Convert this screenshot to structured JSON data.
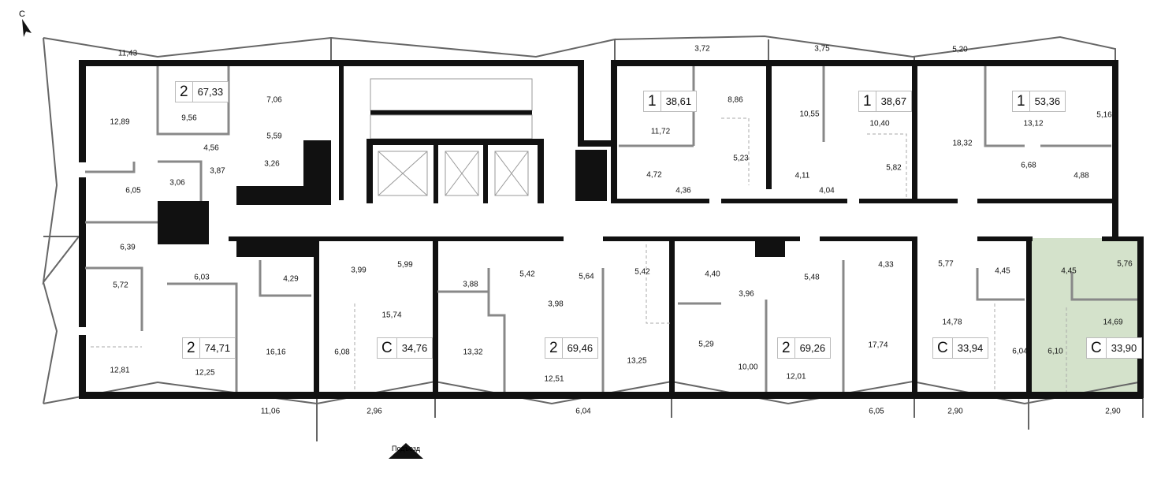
{
  "compass_label": "С",
  "entrance_label": "Подъезд",
  "colors": {
    "selected_fill": "#d4e2cb",
    "wall": "#111111",
    "partition": "#888888"
  },
  "room_areas": [
    "11,43",
    "12,89",
    "9,56",
    "7,06",
    "5,59",
    "4,56",
    "3,87",
    "3,26",
    "3,06",
    "6,05",
    "6,39",
    "5,72",
    "6,03",
    "4,29",
    "12,81",
    "12,25",
    "16,16",
    "11,06",
    "3,99",
    "5,99",
    "15,74",
    "6,08",
    "2,96",
    "3,88",
    "5,42",
    "3,98",
    "13,32",
    "12,51",
    "6,04",
    "5,64",
    "13,25",
    "5,42",
    "4,40",
    "3,96",
    "5,29",
    "10,00",
    "5,48",
    "12,01",
    "4,33",
    "17,74",
    "6,05",
    "5,77",
    "4,45",
    "14,78",
    "6,04",
    "2,90",
    "4,45",
    "5,76",
    "14,69",
    "6,10",
    "2,90",
    "3,72",
    "3,75",
    "5,20",
    "8,86",
    "11,72",
    "4,72",
    "4,36",
    "5,23",
    "10,55",
    "4,11",
    "4,04",
    "10,40",
    "5,82",
    "18,32",
    "13,12",
    "5,16",
    "6,68",
    "4,88"
  ],
  "apartments": [
    {
      "rooms": "2",
      "area": "67,33",
      "selected": false
    },
    {
      "rooms": "2",
      "area": "74,71",
      "selected": false
    },
    {
      "rooms": "С",
      "area": "34,76",
      "selected": false
    },
    {
      "rooms": "2",
      "area": "69,46",
      "selected": false
    },
    {
      "rooms": "2",
      "area": "69,26",
      "selected": false
    },
    {
      "rooms": "С",
      "area": "33,94",
      "selected": false
    },
    {
      "rooms": "С",
      "area": "33,90",
      "selected": true
    },
    {
      "rooms": "1",
      "area": "38,61",
      "selected": false
    },
    {
      "rooms": "1",
      "area": "38,67",
      "selected": false
    },
    {
      "rooms": "1",
      "area": "53,36",
      "selected": false
    }
  ]
}
